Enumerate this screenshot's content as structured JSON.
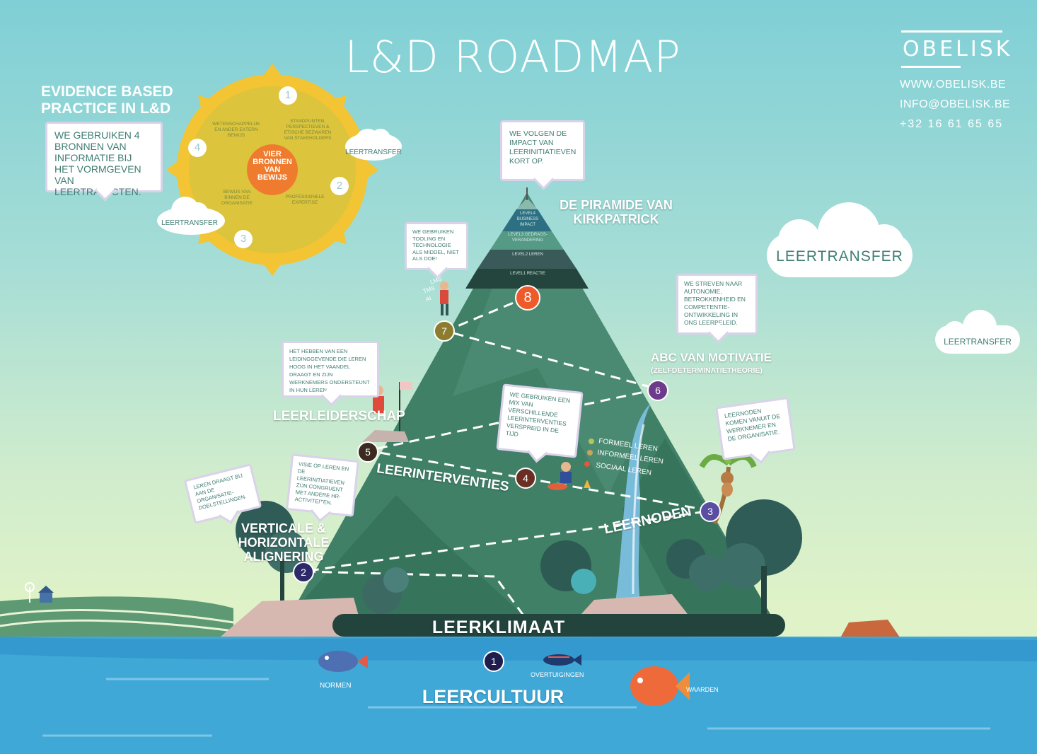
{
  "title": "L&D ROADMAP",
  "brand": {
    "logo": "OBELISK",
    "website": "WWW.OBELISK.BE",
    "email": "INFO@OBELISK.BE",
    "phone": "+32 16 61 65 65"
  },
  "evidence": {
    "title": "EVIDENCE BASED PRACTICE IN L&D",
    "bubble": "WE GEBRUIKEN 4 BRONNEN VAN INFORMATIE BIJ HET VORMGEVEN VAN LEERTRAJECTEN.",
    "sun_center": "VIER BRONNEN VAN BEWIJS",
    "sources": [
      {
        "num": "1",
        "label": "STANDPUNTEN, PERSPECTIEVEN & ETISCHE BEZWAREN VAN STAKEHOLDERS"
      },
      {
        "num": "2",
        "label": "PROFESSIONELE EXPERTISE"
      },
      {
        "num": "3",
        "label": "BEWIJS VAN BINNEN DE ORGANISATIE"
      },
      {
        "num": "4",
        "label": "WETENSCHAPPELIJK EN ANDER EXTERN BEWIJS"
      }
    ]
  },
  "clouds": [
    "LEERTRANSFER",
    "LEERTRANSFER",
    "LEERTRANSFER",
    "LEERTRANSFER"
  ],
  "kirkpatrick": {
    "title": "DE PIRAMIDE VAN KIRKPATRICK",
    "bubble": "WE VOLGEN DE IMPACT VAN LEERINITIATIEVEN KORT OP.",
    "levels": [
      {
        "label": "LEVEL4 BUSINESS IMPACT"
      },
      {
        "label": "LEVEL3 GEDRAGS-VERANDERING"
      },
      {
        "label": "LEVEL2 LEREN"
      },
      {
        "label": "LEVEL1 REACTIE"
      }
    ]
  },
  "steps": [
    {
      "num": "1",
      "label": "LEERCULTUUR",
      "color": "#1f1d4d"
    },
    {
      "num": "2",
      "label": "VERTICALE & HORIZONTALE ALIGNERING",
      "color": "#2e2a6a"
    },
    {
      "num": "3",
      "label": "LEERNODEN",
      "color": "#5a4ea3"
    },
    {
      "num": "4",
      "label": "LEERINTERVENTIES",
      "color": "#6a2f22"
    },
    {
      "num": "5",
      "label": "LEERLEIDERSCHAP",
      "color": "#3a2a20"
    },
    {
      "num": "6",
      "label": "ABC VAN MOTIVATIE",
      "color": "#6e3b8c"
    },
    {
      "num": "7",
      "label": "",
      "color": "#8d7b2e"
    },
    {
      "num": "8",
      "label": "",
      "color": "#ee5a2a"
    }
  ],
  "motivatie_sub": "(ZELFDETERMINATIETHEORIE)",
  "bubbles": {
    "tooling": "WE GEBRUIKEN TOOLING EN TECHNOLOGIE ALS MIDDEL, NIET ALS DOEL.",
    "autonomie": "WE STREVEN NAAR AUTONOMIE, BETROKKENHEID EN COMPETENTIE-ONTWIKKELING IN ONS LEERBELEID.",
    "leiderschap": "HET HEBBEN VAN EEN LEIDINGGEVENDE DIE LEREN HOOG IN HET VAANDEL DRAAGT EN ZIJN WERKNEMERS ONDERSTEUNT IN HUN LEREN",
    "mix": "WE GEBRUIKEN EEN MIX VAN VERSCHILLENDE LEERINTERVENTIES VERSPREID IN DE TIJD",
    "leernoden": "LEERNODEN KOMEN VANUIT DE WERKNEMER EN DE ORGANISATIE.",
    "visie": "VISIE OP LEREN EN DE LEERINITIATIEVEN ZIJN CONGRUENT MET ANDERE HR-ACTIVITEITEN.",
    "doelstellingen": "LEREN DRAAGT BIJ AAN DE ORGANISATIE-DOELSTELLINGEN."
  },
  "tools": [
    "LMS",
    "TMS",
    "AI"
  ],
  "learning_types": [
    "FORMEEL LEREN",
    "INFORMEEL LEREN",
    "SOCIAAL LEREN"
  ],
  "leerklimaat": "LEERKLIMAAT",
  "fish": [
    "NORMEN",
    "OVERTUIGINGEN",
    "WAARDEN"
  ]
}
